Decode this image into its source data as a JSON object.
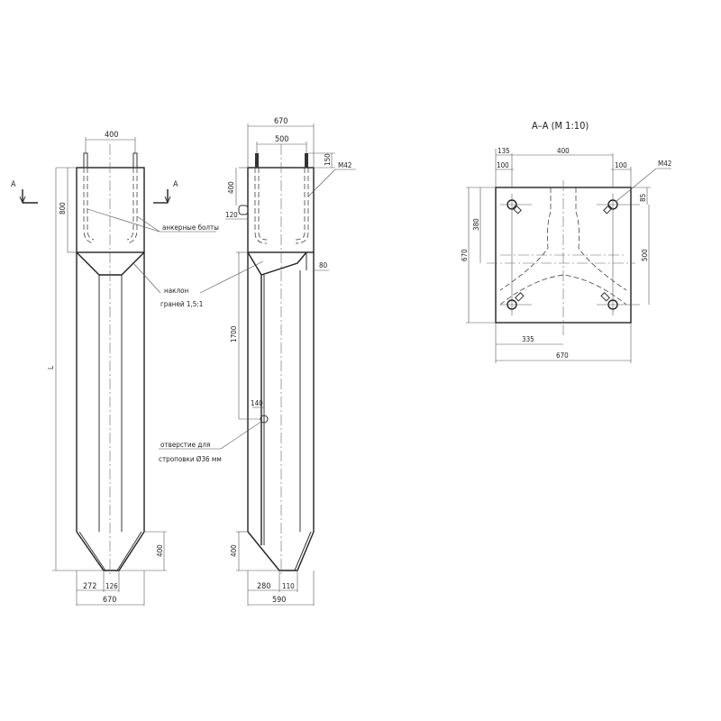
{
  "section_label": "A",
  "section_title": "A–A (M 1:10)",
  "notes": {
    "anchor_bolts": "анкерные болты",
    "slope_line1": "наклон",
    "slope_line2": "граней 1,5:1",
    "hole_line1": "отверстие для",
    "hole_line2": "строповки Ø36 мм",
    "bolt_size": "M42"
  },
  "front_view": {
    "bolt_spacing": "400",
    "head_height": "800",
    "length": "L",
    "tip_height": "400",
    "tip_offset": "272",
    "tip_width": "126",
    "width": "670"
  },
  "side_view": {
    "width": "670",
    "bolt_spacing": "500",
    "bolt_protrusion": "150",
    "lug_top": "400",
    "lug_height": "120",
    "step": "80",
    "hole_depth": "1700",
    "hole_offset": "140",
    "tip_height": "400",
    "tip_offset": "280",
    "tip_width": "110",
    "width_bottom": "590"
  },
  "section_view": {
    "edge_left": "135",
    "bolt_spacing_x": "400",
    "edge_100_left": "100",
    "edge_100_right": "100",
    "top_offset": "85",
    "center_y": "380",
    "height": "670",
    "bolt_spacing_y": "500",
    "half_width": "335",
    "width": "670"
  }
}
